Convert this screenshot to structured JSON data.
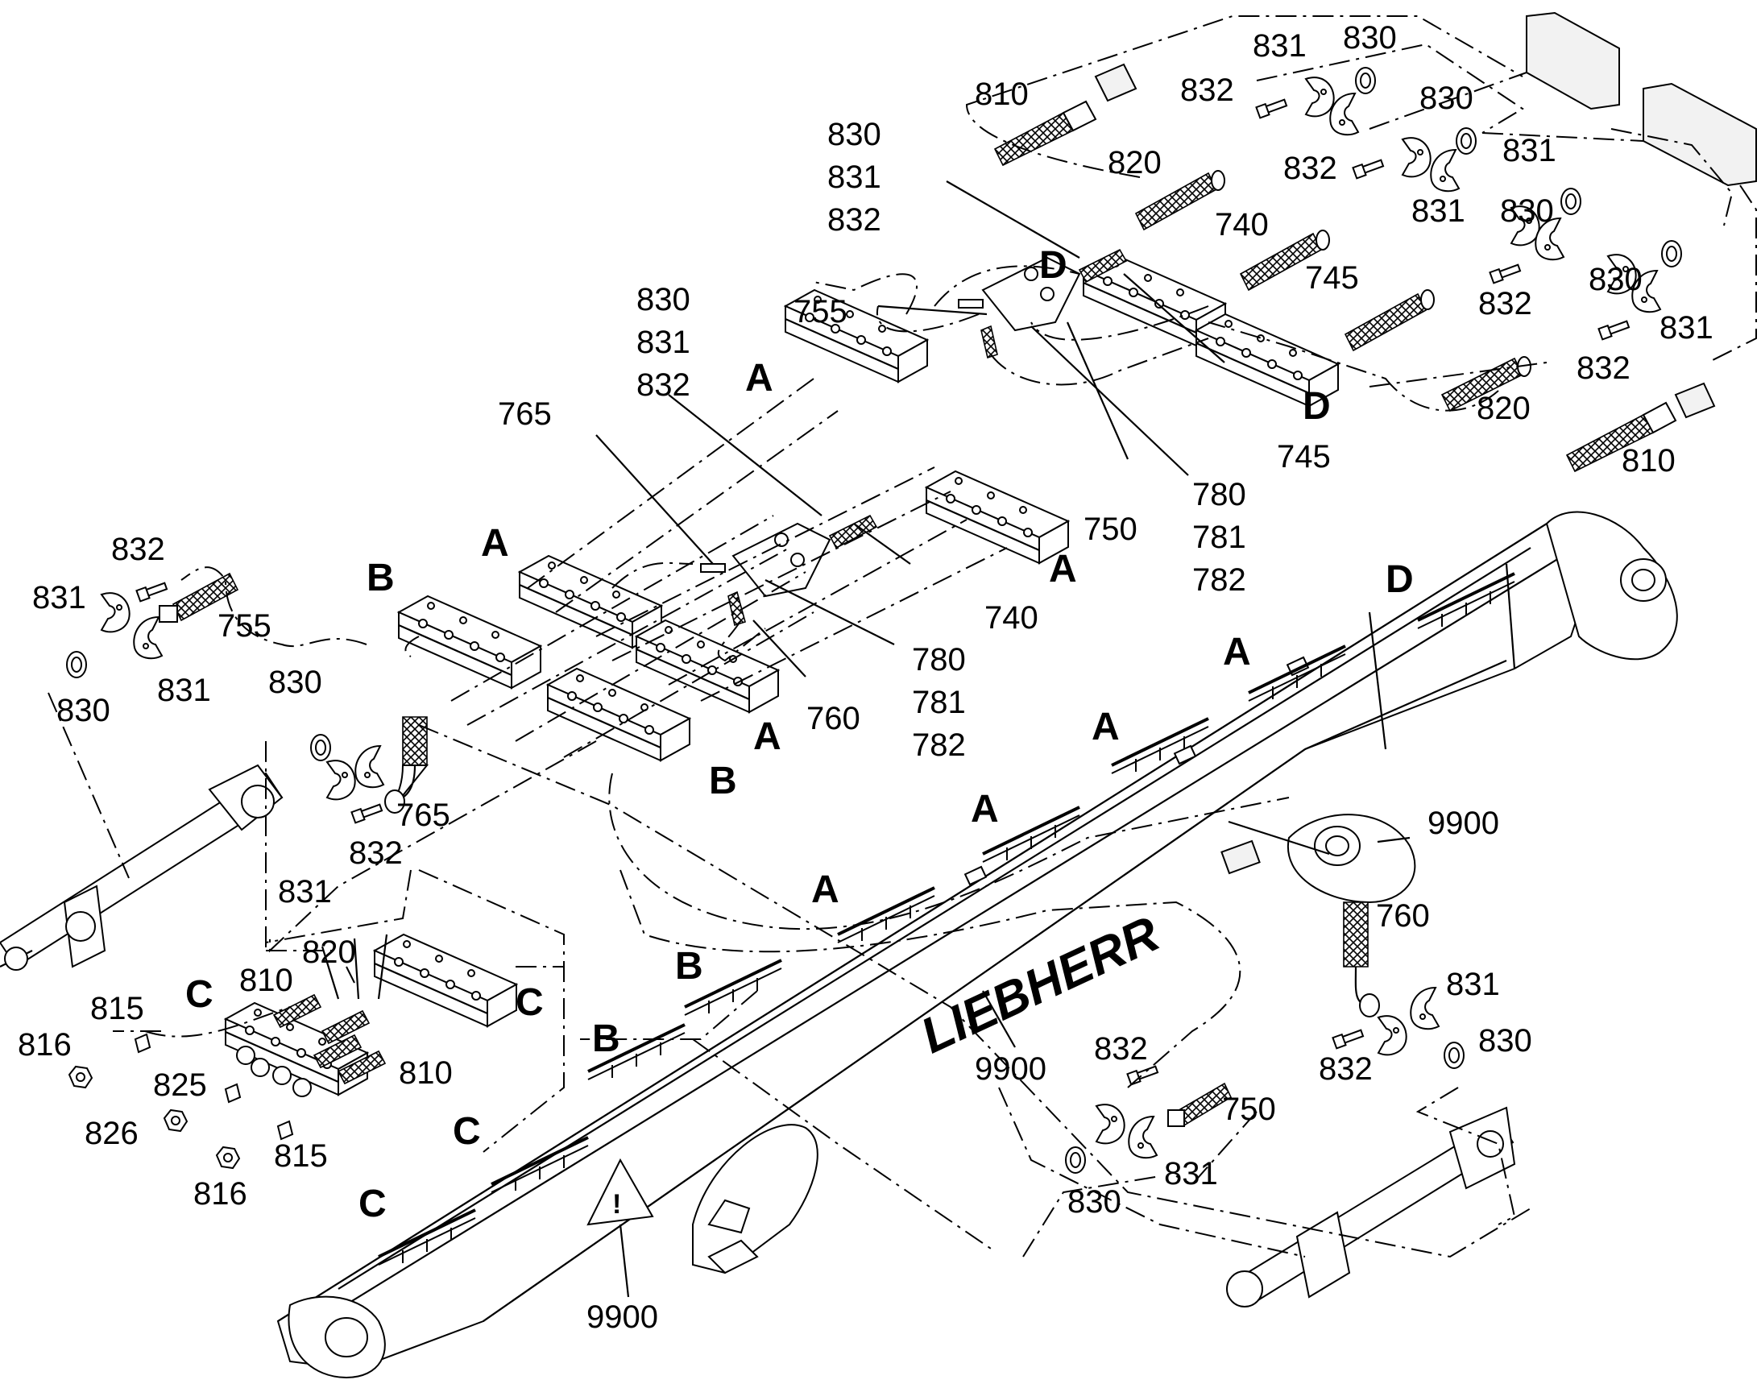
{
  "brand": "LIEBHERR",
  "labels": {
    "l810a": "810",
    "l831a": "831",
    "l830a": "830",
    "l832a": "832",
    "l830b": "830",
    "l820a": "820",
    "l832b": "832",
    "l831b": "831",
    "l830c": "830",
    "l740a": "740",
    "l745a": "745",
    "l832c": "832",
    "l831c": "831",
    "l830d": "830",
    "l820b": "820",
    "l832d": "832",
    "l810b": "810",
    "l745b": "745",
    "g1a": "830",
    "g1b": "831",
    "g1c": "832",
    "g2a": "830",
    "g2b": "831",
    "g2c": "832",
    "l755a": "755",
    "l765a": "765",
    "l740b": "740",
    "l760a": "760",
    "g3a": "780",
    "g3b": "781",
    "g3c": "782",
    "g4a": "780",
    "g4b": "781",
    "g4c": "782",
    "l750a": "750",
    "l832e": "832",
    "l831d": "831",
    "l755b": "755",
    "l830e": "830",
    "l831e": "831",
    "l830f": "830",
    "l765b": "765",
    "l831f": "831",
    "l832f": "832",
    "l810c": "810",
    "l820c": "820",
    "l815a": "815",
    "l816a": "816",
    "l825": "825",
    "l810d": "810",
    "l826": "826",
    "l815b": "815",
    "l816b": "816",
    "l9900a": "9900",
    "l760b": "760",
    "l831g": "831",
    "l830g": "830",
    "l832g": "832",
    "l9900b": "9900",
    "l832h": "832",
    "l750b": "750",
    "l830h": "830",
    "l831h": "831",
    "l9900c": "9900"
  },
  "letters": {
    "D1": "D",
    "D2": "D",
    "D3": "D",
    "A1": "A",
    "A2": "A",
    "A3": "A",
    "A4": "A",
    "A5": "A",
    "A6": "A",
    "A7": "A",
    "A8": "A",
    "B1": "B",
    "B2": "B",
    "B3": "B",
    "B4": "B",
    "C1": "C",
    "C2": "C",
    "C3": "C",
    "C4": "C"
  }
}
